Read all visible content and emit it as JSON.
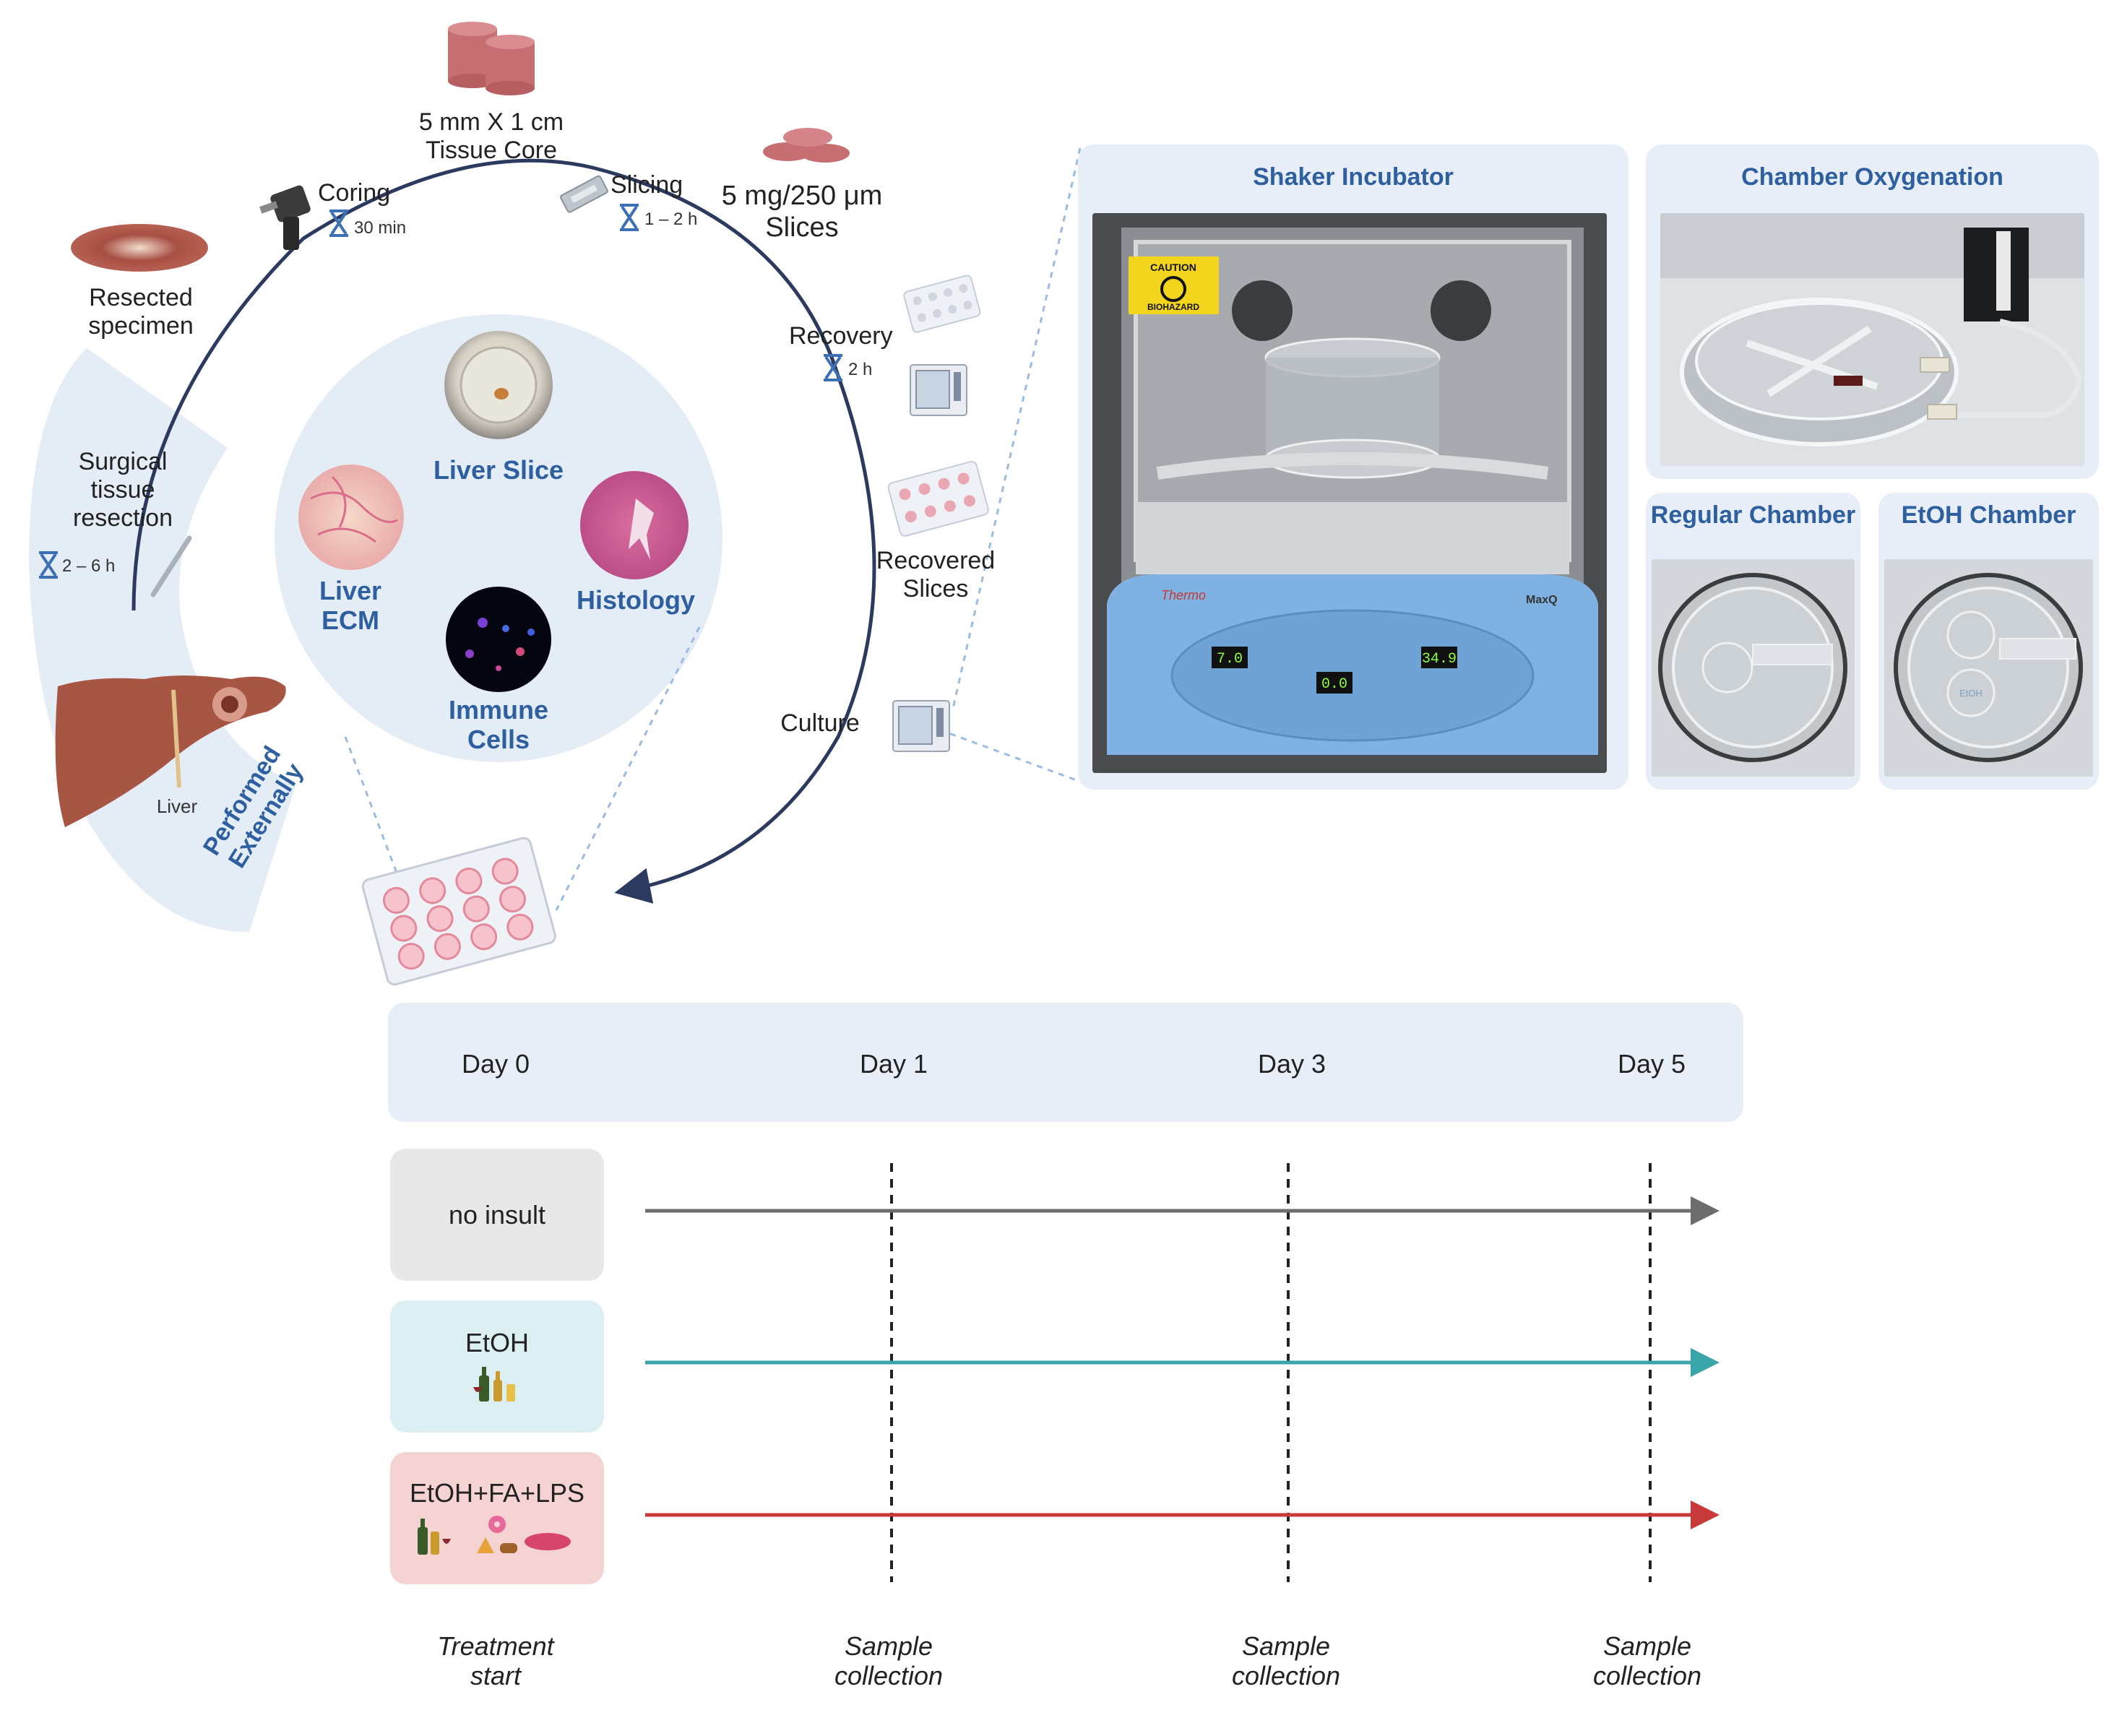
{
  "workflow": {
    "core_label": "5 mm X 1 cm\nTissue Core",
    "slices_label": "5 mg/250 μm\nSlices",
    "coring_label": "Coring",
    "coring_time": "30 min",
    "slicing_label": "Slicing",
    "slicing_time": "1 – 2 h",
    "resected_label": "Resected\nspecimen",
    "recovery_label": "Recovery",
    "recovery_time": "2 h",
    "surgical_label": "Surgical\ntissue\nresection",
    "surgical_time": "2 – 6 h",
    "recovered_label": "Recovered\nSlices",
    "culture_label": "Culture",
    "liver_label": "Liver",
    "performed_label": "Performed\nExternally"
  },
  "center_circle": {
    "liver_slice": "Liver Slice",
    "liver_ecm": "Liver\nECM",
    "histology": "Histology",
    "immune_cells": "Immune\nCells"
  },
  "panels": {
    "shaker_title": "Shaker Incubator",
    "oxygenation_title": "Chamber Oxygenation",
    "regular_title": "Regular Chamber",
    "etoh_title": "EtOH Chamber",
    "caution_line1": "CAUTION",
    "caution_line2": "BIOHAZARD",
    "brand": "Thermo",
    "model": "MaxQ",
    "display_1": "7.0",
    "display_2": "0.0",
    "display_3": "34.9",
    "chamber_etoh_text": "EtOH"
  },
  "timeline": {
    "days": [
      "Day 0",
      "Day 1",
      "Day 3",
      "Day 5"
    ],
    "rows": [
      {
        "label": "no insult",
        "color": "#6d6d6d",
        "bg": "#e8e8e8"
      },
      {
        "label": "EtOH",
        "color": "#3aa5a8",
        "bg": "#dcf0f3"
      },
      {
        "label": "EtOH+FA+LPS",
        "color": "#c8393a",
        "bg": "#f6d3d3"
      }
    ],
    "captions": [
      "Treatment\nstart",
      "Sample\ncollection",
      "Sample\ncollection",
      "Sample\ncollection"
    ]
  },
  "colors": {
    "arc": "#2b3a5e",
    "title_blue": "#2e5f9e",
    "panel_bg": "#e8eef7",
    "hourglass": "#3d6fb5"
  }
}
